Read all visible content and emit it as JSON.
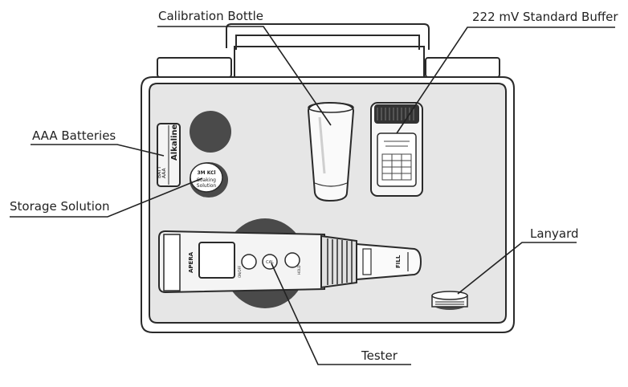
{
  "labels": {
    "calibration_bottle": "Calibration Bottle",
    "standard_buffer": "222 mV Standard Buffer",
    "aaa_batteries": "AAA Batteries",
    "storage_solution": "Storage Solution",
    "lanyard": "Lanyard",
    "tester": "Tester"
  },
  "battery_text": {
    "brand": "Alkaline",
    "size_line1": "AAA",
    "size_line2": "BATT"
  },
  "solution_cap_text": {
    "line1": "3M KCl",
    "line2": "Soaking",
    "line3": "Solution"
  },
  "tester_text": {
    "brand": "APERA",
    "cap_text": "FILL",
    "button_left": "ON/OFF",
    "button_mid": "CAL",
    "button_right": "HOLD"
  },
  "colors": {
    "case_fill": "#e6e6e6",
    "outline": "#2a2a2a",
    "dark_disc": "#4a4a4a"
  },
  "icons": [
    "battery-icon",
    "solution-bottle-icon",
    "buffer-bottle-icon",
    "cup-icon",
    "tester-icon",
    "lanyard-icon"
  ]
}
